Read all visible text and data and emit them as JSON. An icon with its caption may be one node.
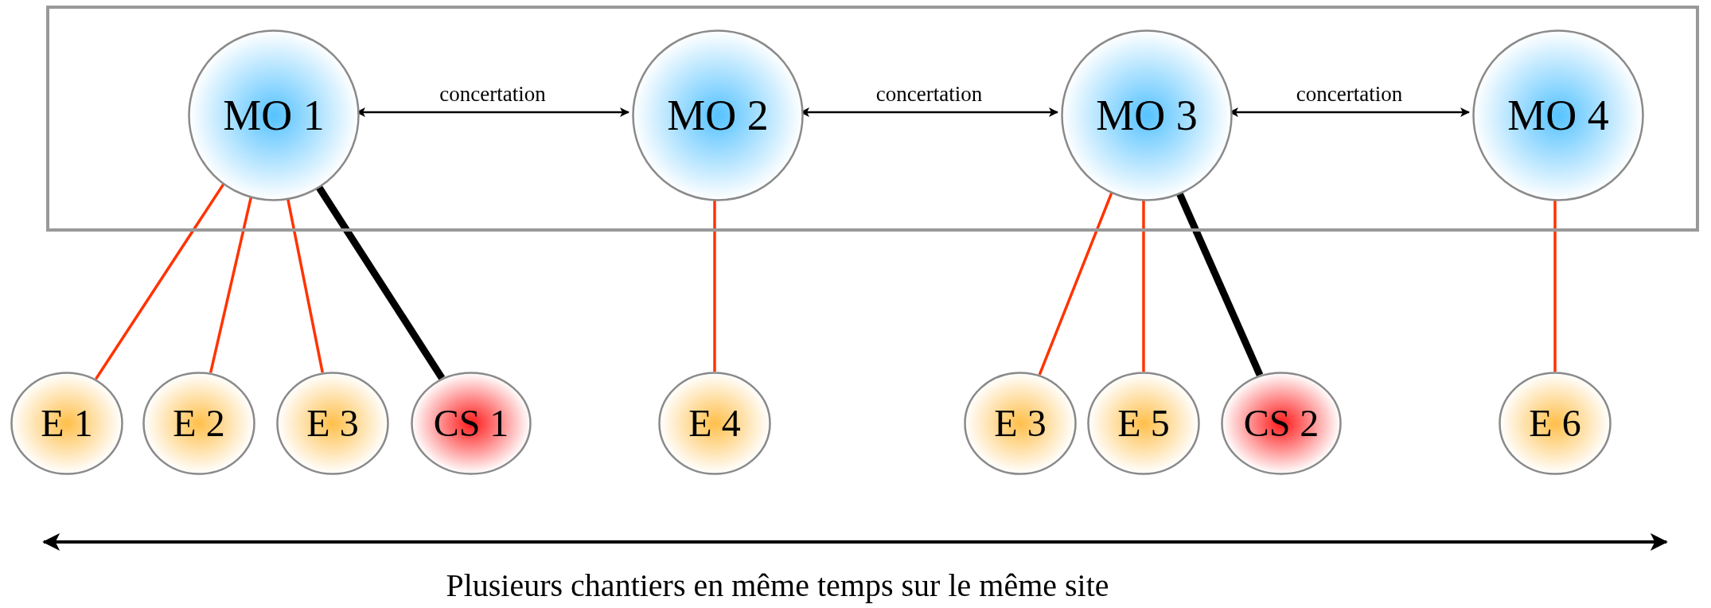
{
  "diagram": {
    "nodes": [
      {
        "text": [],
        "shape": "box"
      },
      {
        "text": [
          "MO 1"
        ],
        "in": 0
      },
      {
        "text": [
          "MO 2"
        ],
        "in": 0
      },
      {
        "text": [
          "MO 3"
        ],
        "in": 0
      },
      {
        "text": [
          "MO 4"
        ],
        "in": 0
      },
      {
        "text": [
          "E 1"
        ]
      },
      {
        "text": [
          "E 2"
        ]
      },
      {
        "text": [
          "E 3"
        ]
      },
      {
        "text": [
          "CS 1"
        ]
      },
      {
        "text": [
          "E 4"
        ]
      },
      {
        "text": [
          "E 3"
        ]
      },
      {
        "text": [
          "E 5"
        ]
      },
      {
        "text": [
          "CS 2"
        ]
      },
      {
        "text": [
          "E 6"
        ]
      }
    ],
    "edges": [
      {
        "from": 1,
        "to": 2,
        "arrow": "both",
        "label": "concertation",
        "color": "#000000"
      },
      {
        "from": 2,
        "to": 3,
        "arrow": "both",
        "label": "concertation",
        "color": "#000000"
      },
      {
        "from": 3,
        "to": 4,
        "arrow": "both",
        "label": "concertation",
        "color": "#000000"
      },
      {
        "from": 1,
        "to": 5,
        "arrow": "none"
      },
      {
        "from": 1,
        "to": 6,
        "arrow": "none"
      },
      {
        "from": 1,
        "to": 7,
        "arrow": "none"
      },
      {
        "from": 1,
        "to": 8,
        "arrow": "none",
        "color": "#000000",
        "style": "thick"
      },
      {
        "from": 2,
        "to": 9,
        "arrow": "none"
      },
      {
        "from": 3,
        "to": 10,
        "arrow": "none"
      },
      {
        "from": 3,
        "to": 11,
        "arrow": "none"
      },
      {
        "from": 3,
        "to": 12,
        "arrow": "none",
        "color": "#000000",
        "style": "thick"
      },
      {
        "from": 4,
        "to": 13,
        "arrow": "none"
      }
    ],
    "labels": [
      "Plusieurs chantiers en même temps sur le même site"
    ]
  }
}
